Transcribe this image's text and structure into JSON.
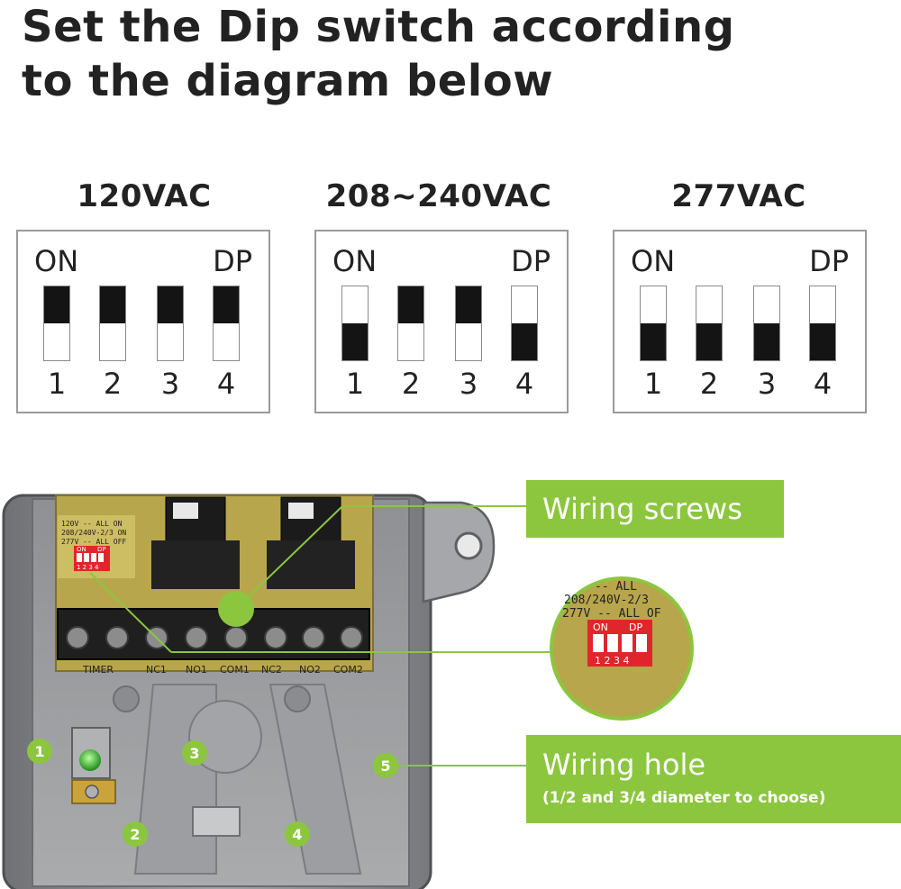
{
  "title": {
    "line1": "Set the Dip switch according",
    "line2": "to the diagram below"
  },
  "dip_settings": [
    {
      "voltage": "120VAC",
      "on_label": "ON",
      "dp_label": "DP",
      "switches": [
        {
          "number": "1",
          "position": "up"
        },
        {
          "number": "2",
          "position": "up"
        },
        {
          "number": "3",
          "position": "up"
        },
        {
          "number": "4",
          "position": "up"
        }
      ]
    },
    {
      "voltage": "208~240VAC",
      "on_label": "ON",
      "dp_label": "DP",
      "switches": [
        {
          "number": "1",
          "position": "down"
        },
        {
          "number": "2",
          "position": "up"
        },
        {
          "number": "3",
          "position": "up"
        },
        {
          "number": "4",
          "position": "down"
        }
      ]
    },
    {
      "voltage": "277VAC",
      "on_label": "ON",
      "dp_label": "DP",
      "switches": [
        {
          "number": "1",
          "position": "down"
        },
        {
          "number": "2",
          "position": "down"
        },
        {
          "number": "3",
          "position": "down"
        },
        {
          "number": "4",
          "position": "down"
        }
      ]
    }
  ],
  "board_label": {
    "line1": "120V -- ALL ON",
    "line2": "208/240V-2/3 ON",
    "line3": "277V -- ALL OFF",
    "on": "ON",
    "dp": "DP",
    "nums": [
      "1",
      "2",
      "3",
      "4"
    ]
  },
  "zoom_label": {
    "line1": "-- ALL",
    "line2": "208/240V-2/3",
    "line3": "277V -- ALL OF",
    "on": "ON",
    "dp": "DP",
    "nums": [
      "1",
      "2",
      "3",
      "4"
    ]
  },
  "terminals": [
    "TIMER",
    "NC1",
    "NO1",
    "COM1",
    "NC2",
    "NO2",
    "COM2"
  ],
  "callouts": {
    "screws": "Wiring screws",
    "hole_main": "Wiring hole",
    "hole_sub": "(1/2 and 3/4 diameter to choose)"
  },
  "markers": [
    "1",
    "2",
    "3",
    "4",
    "5"
  ],
  "colors": {
    "accent": "#8cc63f",
    "switch_red": "#e0262b",
    "board": "#b8a64c",
    "enclosure": "#8f9194"
  }
}
